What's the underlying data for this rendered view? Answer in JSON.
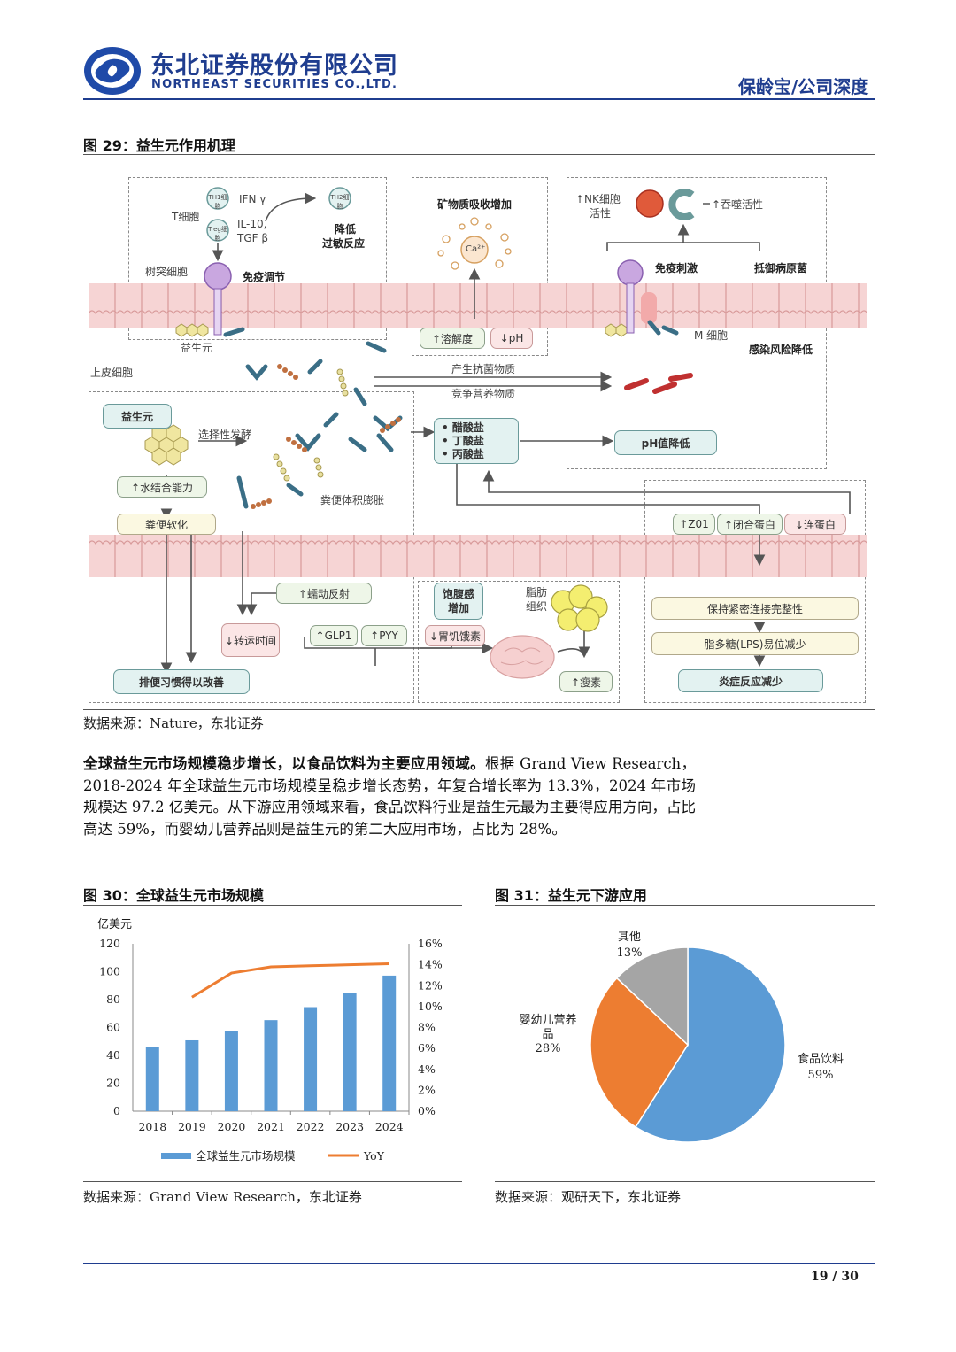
{
  "header": {
    "company_cn": "东北证券股份有限公司",
    "company_en": "NORTHEAST SECURITIES CO.,LTD.",
    "report_tag": "保龄宝/公司深度"
  },
  "fig29": {
    "title": "图 29：益生元作用机理",
    "source": "数据来源：Nature，东北证券",
    "labels": {
      "th1": "TH1细胞",
      "treg": "Treg细胞",
      "th2": "TH2细胞",
      "t_cell": "T细胞",
      "ifn": "IFN γ",
      "il10": "IL-10,",
      "tgf": "TGF β",
      "reduce_allergy_1": "降低",
      "reduce_allergy_2": "过敏反应",
      "dendritic": "树突细胞",
      "immune_reg": "免疫调节",
      "mineral": "矿物质吸收增加",
      "ca": "Ca²⁺",
      "nk_1": "↑NK细胞",
      "nk_2": "活性",
      "phago": "↑吞噬活性",
      "immune_stim": "免疫刺激",
      "resist": "抵御病原菌",
      "prebiotic_small": "益生元",
      "epithelial": "上皮细胞",
      "solubility": "↑溶解度",
      "ph_down": "↓pH",
      "m_cell": "M 细胞",
      "infection": "感染风险降低",
      "antibacterial": "产生抗菌物质",
      "compete": "竞争营养物质",
      "prebiotic_box": "益生元",
      "selective": "选择性发酵",
      "scfa_1": "• 醋酸盐",
      "scfa_2": "• 丁酸盐",
      "scfa_3": "• 丙酸盐",
      "ph_lower": "pH值降低",
      "water": "↑水结合能力",
      "soften": "粪便软化",
      "bulk": "粪便体积膨胀",
      "zo1": "↑Z01",
      "occludin": "↑闭合蛋白",
      "zonulin": "↓连蛋白",
      "peristalsis": "↑蠕动反射",
      "satiety_1": "饱腹感",
      "satiety_2": "增加",
      "fat_1": "脂肪",
      "fat_2": "组织",
      "transit": "↓转运时间",
      "glp1": "↑GLP1",
      "pyy": "↑PYY",
      "ghrelin": "↓胃饥饿素",
      "leptin": "↑瘦素",
      "tight": "保持紧密连接完整性",
      "lps": "脂多糖(LPS)易位减少",
      "inflam": "炎症反应减少",
      "bowel": "排便习惯得以改善"
    }
  },
  "paragraph": {
    "lead_bold": "全球益生元市场规模稳步增长，以食品饮料为主要应用领域。",
    "body": "根据 Grand View Research，2018-2024 年全球益生元市场规模呈稳步增长态势，年复合增长率为 13.3%，2024 年市场规模达 97.2 亿美元。从下游应用领域来看，食品饮料行业是益生元最为主要得应用方向，占比高达 59%，而婴幼儿营养品则是益生元的第二大应用市场，占比为 28%。"
  },
  "fig30": {
    "title": "图 30：全球益生元市场规模",
    "unit_label": "亿美元",
    "source": "数据来源：Grand View Research，东北证券"
  },
  "fig31": {
    "title": "图 31：益生元下游应用",
    "source": "数据来源：观研天下，东北证券"
  },
  "chart_data": [
    {
      "type": "bar",
      "title": "",
      "categories": [
        "2018",
        "2019",
        "2020",
        "2021",
        "2022",
        "2023",
        "2024"
      ],
      "series": [
        {
          "name": "全球益生元市场规模",
          "type": "bar",
          "axis": "left",
          "values": [
            45.8,
            50.8,
            57.6,
            65.3,
            74.6,
            85.0,
            97.2
          ],
          "color": "#5b9bd5"
        },
        {
          "name": "YoY",
          "type": "line",
          "axis": "right",
          "values": [
            null,
            10.9,
            13.2,
            13.8,
            13.9,
            14.0,
            14.1
          ],
          "color": "#ed7d31"
        }
      ],
      "ylim_left": [
        0,
        120
      ],
      "yticks_left": [
        "0",
        "20",
        "40",
        "60",
        "80",
        "100",
        "120"
      ],
      "ylim_right": [
        0,
        16
      ],
      "yticks_right": [
        "0%",
        "2%",
        "4%",
        "6%",
        "8%",
        "10%",
        "12%",
        "14%",
        "16%"
      ],
      "legend": "bottom",
      "grid": false
    },
    {
      "type": "pie",
      "title": "",
      "slices": [
        {
          "label": "食品饮料",
          "value": 59,
          "pct_label": "59%",
          "color": "#5b9bd5"
        },
        {
          "label": "婴幼儿营养品",
          "value": 28,
          "pct_label": "28%",
          "color": "#ed7d31"
        },
        {
          "label": "其他",
          "value": 13,
          "pct_label": "13%",
          "color": "#a5a5a5"
        }
      ]
    }
  ],
  "footer": {
    "page": "19 / 30"
  }
}
